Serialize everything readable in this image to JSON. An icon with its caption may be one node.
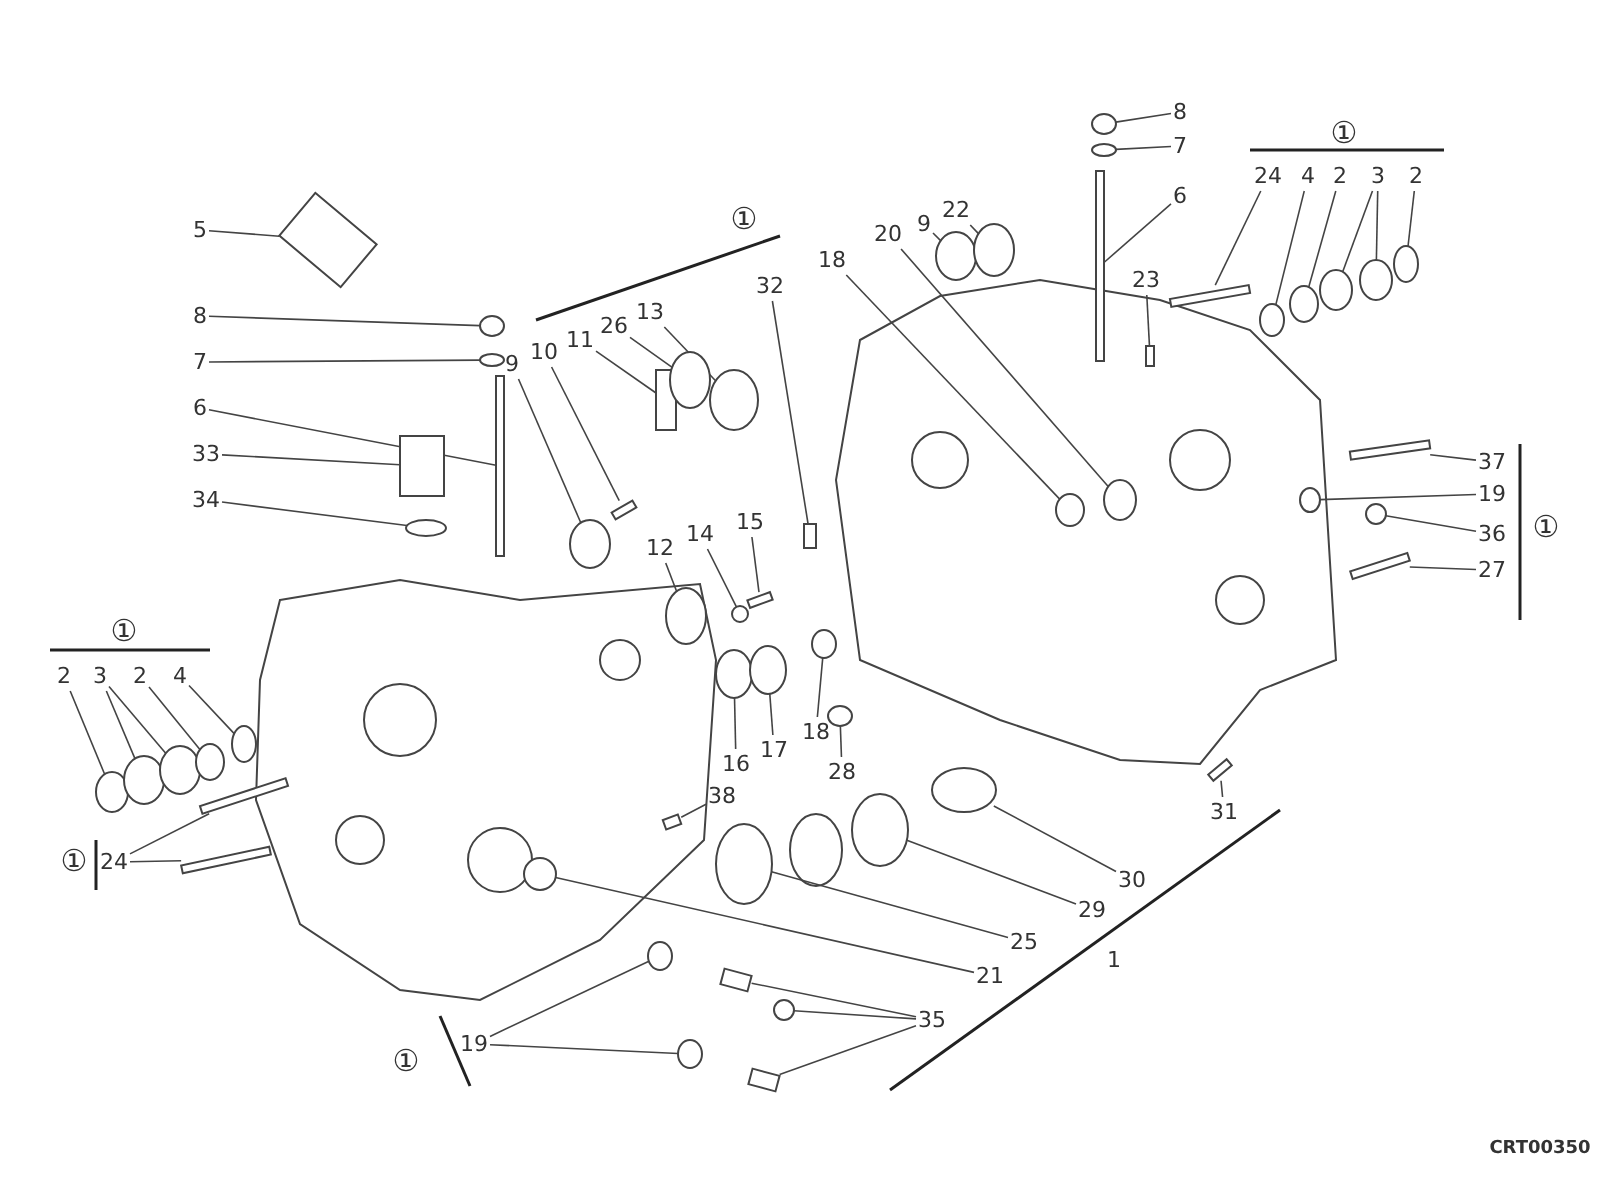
{
  "diagram": {
    "nodes": [
      {
        "text": [
          "5"
        ]
      },
      {
        "text": [
          "8"
        ]
      },
      {
        "text": [
          "7"
        ]
      },
      {
        "text": [
          "6"
        ]
      },
      {
        "text": [
          "33"
        ]
      },
      {
        "text": [
          "34"
        ]
      },
      {
        "text": [
          "9"
        ]
      },
      {
        "text": [
          "10"
        ]
      },
      {
        "text": [
          "11"
        ]
      },
      {
        "text": [
          "26"
        ]
      },
      {
        "text": [
          "13"
        ]
      },
      {
        "text": [
          "32"
        ]
      },
      {
        "text": [
          "12"
        ]
      },
      {
        "text": [
          "14"
        ]
      },
      {
        "text": [
          "15"
        ]
      },
      {
        "text": [
          "16"
        ]
      },
      {
        "text": [
          "17"
        ]
      },
      {
        "text": [
          "18"
        ]
      },
      {
        "text": [
          "28"
        ]
      },
      {
        "text": [
          "2"
        ]
      },
      {
        "text": [
          "3"
        ]
      },
      {
        "text": [
          "2"
        ]
      },
      {
        "text": [
          "4"
        ]
      },
      {
        "text": [
          "24"
        ]
      },
      {
        "text": [
          "38"
        ]
      },
      {
        "text": [
          "19"
        ]
      },
      {
        "text": [
          "35"
        ]
      },
      {
        "text": [
          "21"
        ]
      },
      {
        "text": [
          "25"
        ]
      },
      {
        "text": [
          "29"
        ]
      },
      {
        "text": [
          "30"
        ]
      },
      {
        "text": [
          "31"
        ]
      },
      {
        "text": [
          "8"
        ]
      },
      {
        "text": [
          "7"
        ]
      },
      {
        "text": [
          "6"
        ]
      },
      {
        "text": [
          "9"
        ]
      },
      {
        "text": [
          "22"
        ]
      },
      {
        "text": [
          "20"
        ]
      },
      {
        "text": [
          "18"
        ]
      },
      {
        "text": [
          "23"
        ]
      },
      {
        "text": [
          "24"
        ]
      },
      {
        "text": [
          "4"
        ]
      },
      {
        "text": [
          "2"
        ]
      },
      {
        "text": [
          "3"
        ]
      },
      {
        "text": [
          "2"
        ]
      },
      {
        "text": [
          "37"
        ]
      },
      {
        "text": [
          "19"
        ]
      },
      {
        "text": [
          "36"
        ]
      },
      {
        "text": [
          "27"
        ]
      },
      {
        "text": [],
        "shape": "box"
      },
      {
        "text": [],
        "shape": "circle"
      },
      {
        "text": [],
        "shape": "circle"
      },
      {
        "text": [],
        "shape": "box"
      },
      {
        "text": [],
        "shape": "box"
      },
      {
        "text": [],
        "shape": "circle"
      },
      {
        "text": [],
        "shape": "circle"
      },
      {
        "text": [],
        "shape": "box"
      },
      {
        "text": [],
        "shape": "box"
      },
      {
        "text": [],
        "shape": "circle"
      },
      {
        "text": [],
        "shape": "circle"
      },
      {
        "text": [],
        "shape": "box"
      },
      {
        "text": [],
        "shape": "circle"
      },
      {
        "text": [],
        "shape": "circle"
      },
      {
        "text": [],
        "shape": "box"
      },
      {
        "text": [],
        "shape": "circle"
      },
      {
        "text": [],
        "shape": "circle"
      },
      {
        "text": [],
        "shape": "circle"
      },
      {
        "text": [],
        "shape": "circle"
      },
      {
        "text": [],
        "shape": "circle"
      },
      {
        "text": [],
        "shape": "circle"
      },
      {
        "text": [],
        "shape": "circle"
      },
      {
        "text": [],
        "shape": "circle"
      },
      {
        "text": [],
        "shape": "circle"
      },
      {
        "text": [],
        "shape": "box"
      },
      {
        "text": [],
        "shape": "box"
      },
      {
        "text": [],
        "shape": "box"
      },
      {
        "text": [],
        "shape": "circle"
      },
      {
        "text": [],
        "shape": "circle"
      },
      {
        "text": [],
        "shape": "box"
      },
      {
        "text": [],
        "shape": "circle"
      },
      {
        "text": [],
        "shape": "box"
      },
      {
        "text": [],
        "shape": "circle"
      },
      {
        "text": [],
        "shape": "circle"
      },
      {
        "text": [],
        "shape": "circle"
      },
      {
        "text": [],
        "shape": "circle"
      },
      {
        "text": [],
        "shape": "box"
      },
      {
        "text": [],
        "shape": "circle"
      },
      {
        "text": [],
        "shape": "circle"
      },
      {
        "text": [],
        "shape": "box"
      },
      {
        "text": [],
        "shape": "circle"
      },
      {
        "text": [],
        "shape": "circle"
      },
      {
        "text": [],
        "shape": "circle"
      },
      {
        "text": [],
        "shape": "circle"
      },
      {
        "text": [],
        "shape": "box"
      },
      {
        "text": [],
        "shape": "box"
      },
      {
        "text": [],
        "shape": "circle"
      },
      {
        "text": [],
        "shape": "circle"
      },
      {
        "text": [],
        "shape": "circle"
      },
      {
        "text": [],
        "shape": "circle"
      },
      {
        "text": [],
        "shape": "circle"
      },
      {
        "text": [],
        "shape": "box"
      },
      {
        "text": [],
        "shape": "circle"
      },
      {
        "text": [],
        "shape": "circle"
      },
      {
        "text": [],
        "shape": "box"
      }
    ],
    "edges": [
      {
        "from": 0,
        "to": 49,
        "arrow": "none"
      },
      {
        "from": 1,
        "to": 50,
        "arrow": "none"
      },
      {
        "from": 2,
        "to": 51,
        "arrow": "none"
      },
      {
        "from": 3,
        "to": 52,
        "arrow": "none"
      },
      {
        "from": 4,
        "to": 53,
        "arrow": "none"
      },
      {
        "from": 5,
        "to": 54,
        "arrow": "none"
      },
      {
        "from": 6,
        "to": 55,
        "arrow": "none"
      },
      {
        "from": 7,
        "to": 56,
        "arrow": "none"
      },
      {
        "from": 8,
        "to": 57,
        "arrow": "none"
      },
      {
        "from": 9,
        "to": 58,
        "arrow": "none"
      },
      {
        "from": 10,
        "to": 59,
        "arrow": "none"
      },
      {
        "from": 11,
        "to": 60,
        "arrow": "none"
      },
      {
        "from": 12,
        "to": 61,
        "arrow": "none"
      },
      {
        "from": 13,
        "to": 62,
        "arrow": "none"
      },
      {
        "from": 14,
        "to": 63,
        "arrow": "none"
      },
      {
        "from": 15,
        "to": 64,
        "arrow": "none"
      },
      {
        "from": 16,
        "to": 65,
        "arrow": "none"
      },
      {
        "from": 17,
        "to": 66,
        "arrow": "none"
      },
      {
        "from": 18,
        "to": 67,
        "arrow": "none"
      },
      {
        "from": 19,
        "to": 68,
        "arrow": "none"
      },
      {
        "from": 20,
        "to": 69,
        "arrow": "none"
      },
      {
        "from": 20,
        "to": 70,
        "arrow": "none"
      },
      {
        "from": 21,
        "to": 71,
        "arrow": "none"
      },
      {
        "from": 22,
        "to": 72,
        "arrow": "none"
      },
      {
        "from": 23,
        "to": 73,
        "arrow": "none"
      },
      {
        "from": 23,
        "to": 74,
        "arrow": "none"
      },
      {
        "from": 24,
        "to": 75,
        "arrow": "none"
      },
      {
        "from": 25,
        "to": 76,
        "arrow": "none"
      },
      {
        "from": 25,
        "to": 77,
        "arrow": "none"
      },
      {
        "from": 26,
        "to": 78,
        "arrow": "none"
      },
      {
        "from": 26,
        "to": 79,
        "arrow": "none"
      },
      {
        "from": 26,
        "to": 80,
        "arrow": "none"
      },
      {
        "from": 27,
        "to": 81,
        "arrow": "none"
      },
      {
        "from": 28,
        "to": 82,
        "arrow": "none"
      },
      {
        "from": 29,
        "to": 83,
        "arrow": "none"
      },
      {
        "from": 30,
        "to": 84,
        "arrow": "none"
      },
      {
        "from": 31,
        "to": 85,
        "arrow": "none"
      },
      {
        "from": 32,
        "to": 86,
        "arrow": "none"
      },
      {
        "from": 33,
        "to": 87,
        "arrow": "none"
      },
      {
        "from": 34,
        "to": 88,
        "arrow": "none"
      },
      {
        "from": 35,
        "to": 89,
        "arrow": "none"
      },
      {
        "from": 36,
        "to": 90,
        "arrow": "none"
      },
      {
        "from": 37,
        "to": 91,
        "arrow": "none"
      },
      {
        "from": 38,
        "to": 92,
        "arrow": "none"
      },
      {
        "from": 39,
        "to": 93,
        "arrow": "none"
      },
      {
        "from": 40,
        "to": 94,
        "arrow": "none"
      },
      {
        "from": 41,
        "to": 95,
        "arrow": "none"
      },
      {
        "from": 42,
        "to": 96,
        "arrow": "none"
      },
      {
        "from": 43,
        "to": 97,
        "arrow": "none"
      },
      {
        "from": 43,
        "to": 98,
        "arrow": "none"
      },
      {
        "from": 44,
        "to": 99,
        "arrow": "none"
      },
      {
        "from": 45,
        "to": 100,
        "arrow": "none"
      },
      {
        "from": 46,
        "to": 101,
        "arrow": "none"
      },
      {
        "from": 47,
        "to": 102,
        "arrow": "none"
      },
      {
        "from": 48,
        "to": 103,
        "arrow": "none"
      }
    ],
    "labels": [
      "①",
      "①",
      "①",
      "①",
      "①",
      "1",
      "①",
      "CRT00350"
    ]
  }
}
